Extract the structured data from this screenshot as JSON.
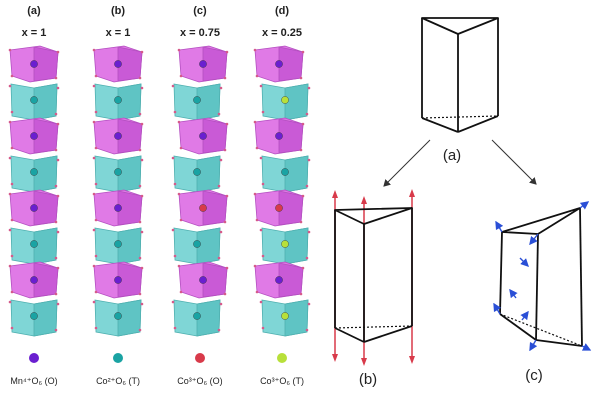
{
  "columns": [
    {
      "label": "(a)",
      "x_text": "x = 1"
    },
    {
      "label": "(b)",
      "x_text": "x = 1"
    },
    {
      "label": "(c)",
      "x_text": "x = 0.75"
    },
    {
      "label": "(d)",
      "x_text": "x = 0.25"
    }
  ],
  "legend": [
    {
      "label": "Mn⁴⁺O₆ (O)",
      "color": "#6a1fd0"
    },
    {
      "label": "Co²⁺O₆ (T)",
      "color": "#1aa3a3"
    },
    {
      "label": "Co³⁺O₆ (O)",
      "color": "#d83a4a"
    },
    {
      "label": "Co³⁺O₆ (T)",
      "color": "#b8e03a"
    }
  ],
  "prisms": [
    {
      "label": "(a)"
    },
    {
      "label": "(b)"
    },
    {
      "label": "(c)"
    }
  ],
  "colors": {
    "octahedron": "#e07ae6",
    "trigonal": "#7fd6d6",
    "arrow_red": "#d83a4a",
    "arrow_blue": "#2a4fd6"
  }
}
